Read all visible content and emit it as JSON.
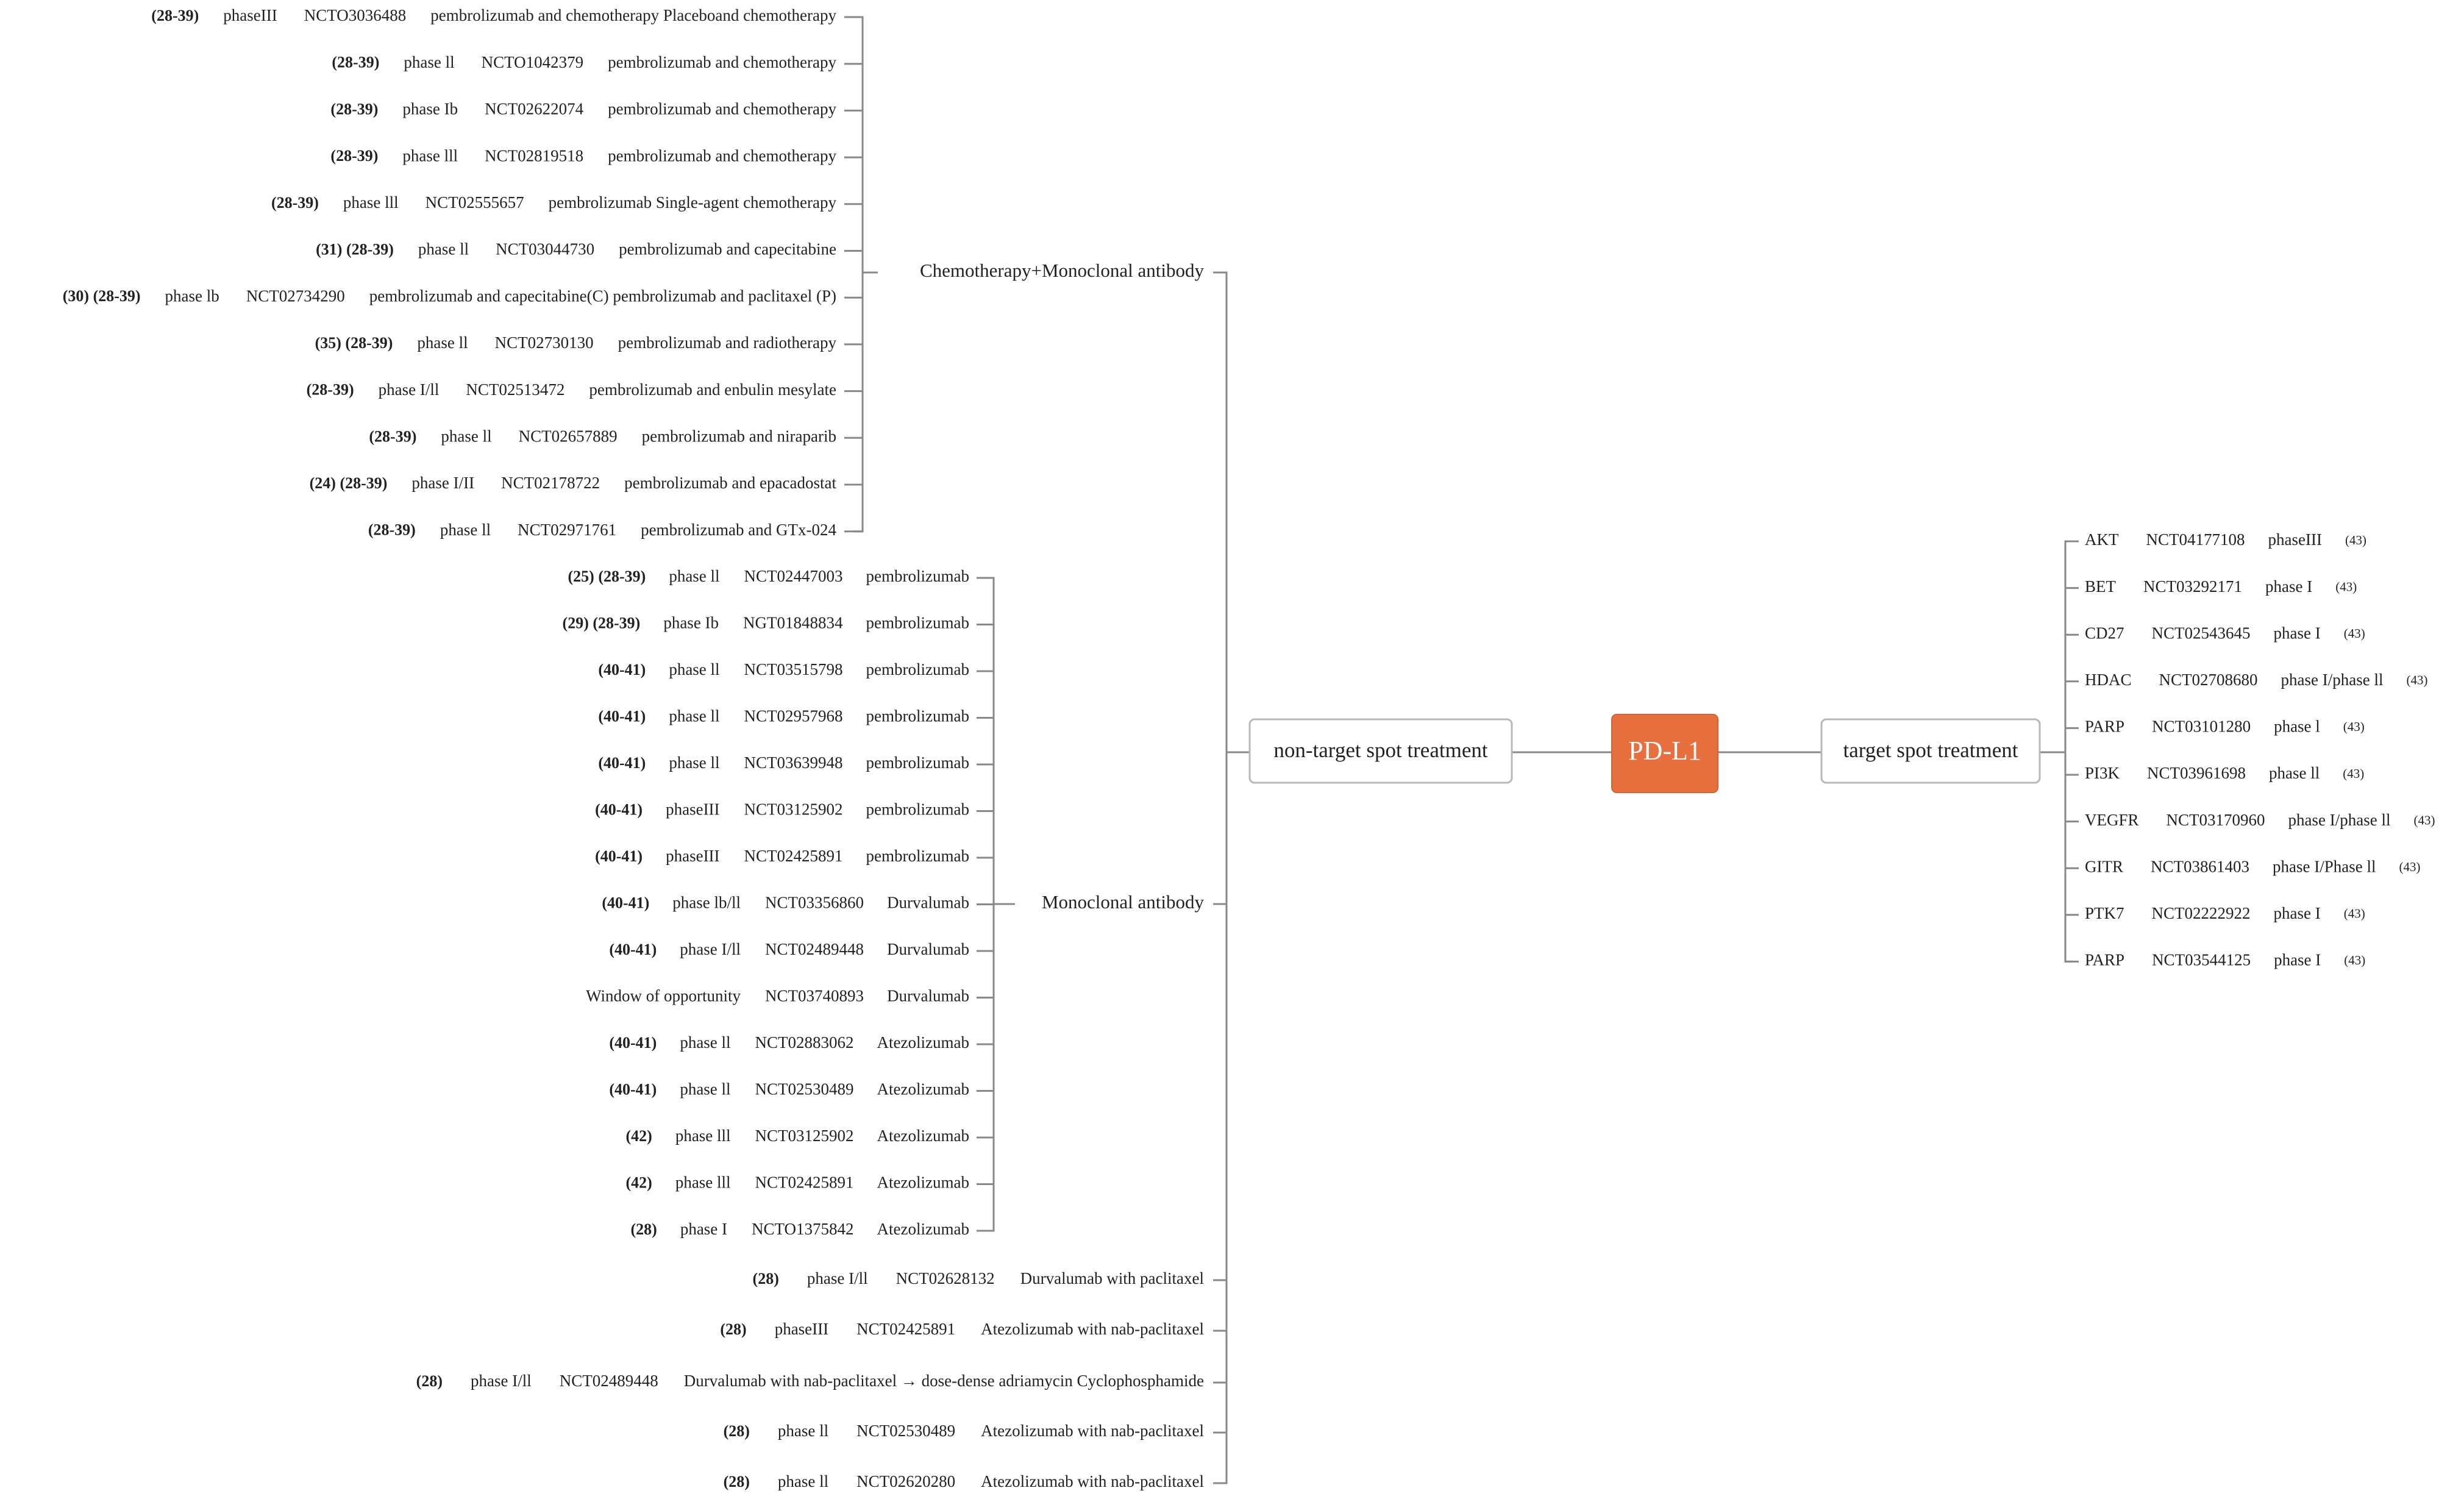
{
  "root": {
    "label": "PD-L1",
    "color": "#E8703F"
  },
  "non_target": {
    "label": "non-target spot treatment",
    "color": "#1F6B1F",
    "groups": [
      {
        "label": "Chemotherapy+Monoclonal antibody",
        "items": [
          {
            "ref": "(28-39)",
            "phase": "phaseIII",
            "nct": "NCTO3036488",
            "drug": "pembrolizumab and chemotherapy Placeboand chemotherapy"
          },
          {
            "ref": "(28-39)",
            "phase": "phase ll",
            "nct": "NCTO1042379",
            "drug": "pembrolizumab and chemotherapy"
          },
          {
            "ref": "(28-39)",
            "phase": "phase Ib",
            "nct": "NCT02622074",
            "drug": "pembrolizumab and chemotherapy"
          },
          {
            "ref": "(28-39)",
            "phase": "phase lll",
            "nct": "NCT02819518",
            "drug": "pembrolizumab and chemotherapy"
          },
          {
            "ref": "(28-39)",
            "phase": "phase lll",
            "nct": "NCT02555657",
            "drug": "pembrolizumab Single-agent chemotherapy"
          },
          {
            "ref": "(31) (28-39)",
            "phase": "phase ll",
            "nct": "NCT03044730",
            "drug": "pembrolizumab and capecitabine"
          },
          {
            "ref": "(30) (28-39)",
            "phase": "phase lb",
            "nct": "NCT02734290",
            "drug": "pembrolizumab and capecitabine(C) pembrolizumab and paclitaxel (P)"
          },
          {
            "ref": "(35) (28-39)",
            "phase": "phase ll",
            "nct": "NCT02730130",
            "drug": "pembrolizumab and radiotherapy"
          },
          {
            "ref": "(28-39)",
            "phase": "phase I/ll",
            "nct": "NCT02513472",
            "drug": "pembrolizumab and enbulin mesylate"
          },
          {
            "ref": "(28-39)",
            "phase": "phase ll",
            "nct": "NCT02657889",
            "drug": "pembrolizumab and niraparib"
          },
          {
            "ref": "(24) (28-39)",
            "phase": "phase I/II",
            "nct": "NCT02178722",
            "drug": "pembrolizumab and epacadostat"
          },
          {
            "ref": "(28-39)",
            "phase": "phase ll",
            "nct": "NCT02971761",
            "drug": "pembrolizumab and GTx-024"
          }
        ]
      },
      {
        "label": "Monoclonal antibody",
        "items": [
          {
            "ref": "(25) (28-39)",
            "phase": "phase ll",
            "nct": "NCT02447003",
            "drug": "pembrolizumab"
          },
          {
            "ref": "(29) (28-39)",
            "phase": "phase Ib",
            "nct": "NGT01848834",
            "drug": "pembrolizumab"
          },
          {
            "ref": "(40-41)",
            "phase": "phase ll",
            "nct": "NCT03515798",
            "drug": "pembrolizumab"
          },
          {
            "ref": "(40-41)",
            "phase": "phase ll",
            "nct": "NCT02957968",
            "drug": "pembrolizumab"
          },
          {
            "ref": "(40-41)",
            "phase": "phase ll",
            "nct": "NCT03639948",
            "drug": "pembrolizumab"
          },
          {
            "ref": "(40-41)",
            "phase": "phaseIII",
            "nct": "NCT03125902",
            "drug": "pembrolizumab"
          },
          {
            "ref": "(40-41)",
            "phase": "phaseIII",
            "nct": "NCT02425891",
            "drug": "pembrolizumab"
          },
          {
            "ref": "(40-41)",
            "phase": "phase lb/ll",
            "nct": "NCT03356860",
            "drug": "Durvalumab"
          },
          {
            "ref": "(40-41)",
            "phase": "phase I/ll",
            "nct": "NCT02489448",
            "drug": "Durvalumab"
          },
          {
            "ref": "",
            "phase": "Window of opportunity",
            "nct": "NCT03740893",
            "drug": "Durvalumab"
          },
          {
            "ref": "(40-41)",
            "phase": "phase ll",
            "nct": "NCT02883062",
            "drug": "Atezolizumab"
          },
          {
            "ref": "(40-41)",
            "phase": "phase ll",
            "nct": "NCT02530489",
            "drug": "Atezolizumab"
          },
          {
            "ref": "(42)",
            "phase": "phase lll",
            "nct": "NCT03125902",
            "drug": "Atezolizumab"
          },
          {
            "ref": "(42)",
            "phase": "phase lll",
            "nct": "NCT02425891",
            "drug": "Atezolizumab"
          },
          {
            "ref": "(28)",
            "phase": "phase I",
            "nct": "NCTO1375842",
            "drug": "Atezolizumab"
          }
        ]
      }
    ],
    "direct_items": [
      {
        "ref": "(28)",
        "phase": "phase I/ll",
        "nct": "NCT02628132",
        "drug": "Durvalumab with paclitaxel"
      },
      {
        "ref": "(28)",
        "phase": "phaseIII",
        "nct": "NCT02425891",
        "drug": "Atezolizumab with nab-paclitaxel"
      },
      {
        "ref": "(28)",
        "phase": "phase I/ll",
        "nct": "NCT02489448",
        "drug": "Durvalumab with nab-paclitaxel → dose-dense adriamycin Cyclophosphamide"
      },
      {
        "ref": "(28)",
        "phase": "phase ll",
        "nct": "NCT02530489",
        "drug": "Atezolizumab with nab-paclitaxel"
      },
      {
        "ref": "(28)",
        "phase": "phase ll",
        "nct": "NCT02620280",
        "drug": "Atezolizumab with nab-paclitaxel"
      }
    ]
  },
  "target": {
    "label": "target spot treatment",
    "color": "#1F4E8C",
    "items": [
      {
        "target": "AKT",
        "nct": "NCT04177108",
        "phase": "phaseIII",
        "ref": "(43)"
      },
      {
        "target": "BET",
        "nct": "NCT03292171",
        "phase": "phase I",
        "ref": "(43)"
      },
      {
        "target": "CD27",
        "nct": "NCT02543645",
        "phase": "phase I",
        "ref": "(43)"
      },
      {
        "target": "HDAC",
        "nct": "NCT02708680",
        "phase": "phase I/phase ll",
        "ref": "(43)"
      },
      {
        "target": "PARP",
        "nct": "NCT03101280",
        "phase": "phase l",
        "ref": "(43)"
      },
      {
        "target": "PI3K",
        "nct": "NCT03961698",
        "phase": "phase ll",
        "ref": "(43)"
      },
      {
        "target": "VEGFR",
        "nct": "NCT03170960",
        "phase": "phase I/phase ll",
        "ref": "(43)"
      },
      {
        "target": "GITR",
        "nct": "NCT03861403",
        "phase": "phase I/Phase ll",
        "ref": "(43)"
      },
      {
        "target": "PTK7",
        "nct": "NCT02222922",
        "phase": "phase I",
        "ref": "(43)"
      },
      {
        "target": "PARP",
        "nct": "NCT03544125",
        "phase": "phase I",
        "ref": "(43)"
      }
    ]
  }
}
